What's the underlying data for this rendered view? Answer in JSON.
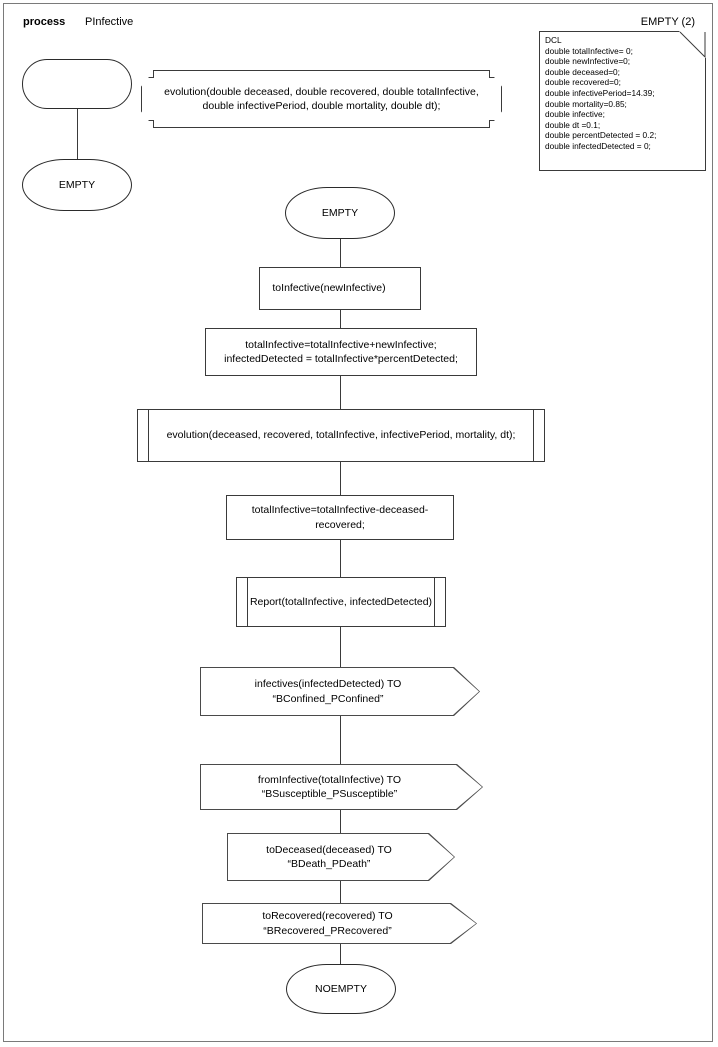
{
  "header": {
    "keyword": "process",
    "name": "PInfective",
    "page_label": "EMPTY (2)"
  },
  "declaration": {
    "title": "DCL",
    "lines": [
      "double totalInfective= 0;",
      "double newInfective=0;",
      "double deceased=0;",
      "double recovered=0;",
      "double infectivePeriod=14.39;",
      "double mortality=0.85;",
      "double infective;",
      "double dt =0.1;",
      "double percentDetected = 0.2;",
      "double infectedDetected = 0;"
    ]
  },
  "procedure_decl": {
    "start_label": "",
    "state_label": "EMPTY",
    "signature_line1": "evolution(double deceased, double recovered, double totalInfective,",
    "signature_line2": "double infectivePeriod, double mortality, double dt);"
  },
  "flow": {
    "state_start": "EMPTY",
    "input": "toInfective(newInfective)",
    "task1_line1": "totalInfective=totalInfective+newInfective;",
    "task1_line2": "infectedDetected = totalInfective*percentDetected;",
    "proc_evolution": "evolution(deceased, recovered, totalInfective, infectivePeriod, mortality, dt);",
    "task2": "totalInfective=totalInfective-deceased-recovered;",
    "proc_report": "Report(totalInfective, infectedDetected)",
    "output1": "infectives(infectedDetected) TO “BConfined_PConfined”",
    "output2": "fromInfective(totalInfective) TO “BSusceptible_PSusceptible”",
    "output3": "toDeceased(deceased) TO “BDeath_PDeath”",
    "output4": "toRecovered(recovered) TO “BRecovered_PRecovered”",
    "state_end": "NOEMPTY"
  },
  "colors": {
    "stroke": "#3a3a3a",
    "frame": "#7a7a7a",
    "background": "#ffffff",
    "text": "#000000"
  }
}
